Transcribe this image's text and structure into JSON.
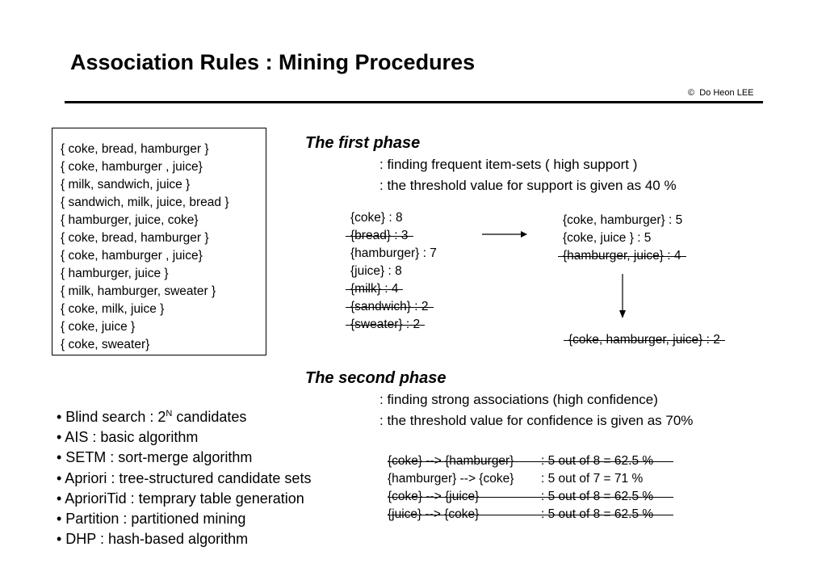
{
  "header": {
    "title": "Association Rules : Mining Procedures",
    "copyright_symbol": "©",
    "author": "Do Heon LEE"
  },
  "transactions": [
    "{ coke, bread, hamburger }",
    "{ coke, hamburger , juice}",
    "{ milk, sandwich, juice }",
    "{ sandwich, milk, juice, bread }",
    "{ hamburger, juice, coke}",
    "{ coke, bread, hamburger }",
    "{ coke, hamburger , juice}",
    "{ hamburger, juice }",
    "{ milk, hamburger, sweater }",
    "{ coke, milk, juice }",
    "{ coke, juice }",
    "{ coke, sweater}"
  ],
  "phase1": {
    "title": "The first phase",
    "lines": [
      ": finding frequent item-sets ( high support )",
      ": the threshold value for support is given as 40 %"
    ],
    "itemsets1": [
      {
        "text": "{coke} : 8",
        "struck": false
      },
      {
        "text": "{bread} : 3",
        "struck": true
      },
      {
        "text": "{hamburger} : 7",
        "struck": false
      },
      {
        "text": "{juice} : 8",
        "struck": false
      },
      {
        "text": "{milk} : 4",
        "struck": true
      },
      {
        "text": "{sandwich} : 2",
        "struck": true
      },
      {
        "text": "{sweater} : 2",
        "struck": true
      }
    ],
    "itemsets2": [
      {
        "text": "{coke, hamburger} : 5",
        "struck": false
      },
      {
        "text": "{coke, juice } : 5",
        "struck": false
      },
      {
        "text": "{hamburger, juice} : 4",
        "struck": true
      }
    ],
    "itemset3": "{coke, hamburger, juice} : 2"
  },
  "phase2": {
    "title": "The second phase",
    "lines": [
      ": finding strong associations (high confidence)",
      ": the threshold value for confidence is given as 70%"
    ],
    "rules": [
      {
        "lhs": "{coke} --> {hamburger}",
        "rhs": ": 5 out of 8 = 62.5 %",
        "struck": true
      },
      {
        "lhs": "{hamburger} --> {coke}",
        "rhs": ": 5 out of 7 = 71 %",
        "struck": false
      },
      {
        "lhs": "{coke} --> {juice}",
        "rhs": ": 5 out of 8 = 62.5 %",
        "struck": true
      },
      {
        "lhs": "{juice} --> {coke}",
        "rhs": ": 5 out of 8 = 62.5 %",
        "struck": true
      }
    ]
  },
  "algorithms": {
    "blind_search_prefix": "• Blind search : 2",
    "blind_search_sup": "N",
    "blind_search_suffix": " candidates",
    "items": [
      "• AIS : basic algorithm",
      "• SETM : sort-merge algorithm",
      "• Apriori : tree-structured candidate sets",
      "• AprioriTid : temprary table generation",
      "• Partition : partitioned mining",
      "• DHP : hash-based algorithm"
    ]
  }
}
